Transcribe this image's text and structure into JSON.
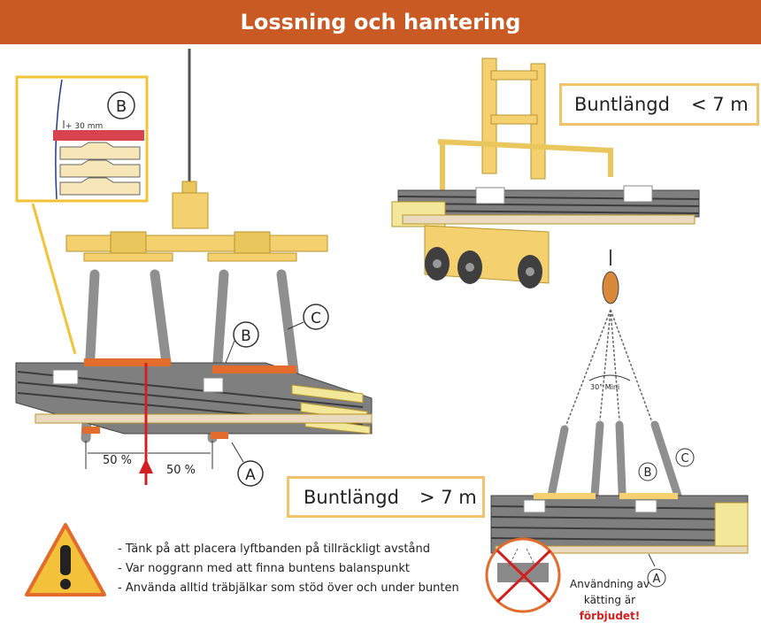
{
  "title": "Lossning och hantering",
  "detail": {
    "offset": "+ 30 mm"
  },
  "labels": {
    "A": "A",
    "B": "B",
    "C": "C"
  },
  "balance": {
    "left": "50 %",
    "right": "50 %"
  },
  "short_bundle": {
    "label": "Buntlängd",
    "value": "< 7 m"
  },
  "long_bundle": {
    "label": "Buntlängd",
    "value": "> 7 m"
  },
  "chain_angle": "30° Mini",
  "warnings": [
    "- Tänk på att placera lyftbanden på tillräckligt avstånd",
    "- Var noggrann med att finna buntens balanspunkt",
    "- Använda alltid träbjälkar som stöd över och under bunten"
  ],
  "chain_note": {
    "line1": "Användning av",
    "line2_prefix": "kätting är ",
    "line2_emph": "förbjudet!"
  },
  "colors": {
    "banner": "#c95a23",
    "yellow": "#f4d06f",
    "red": "#d21f1f",
    "orange": "#e36b2c"
  }
}
